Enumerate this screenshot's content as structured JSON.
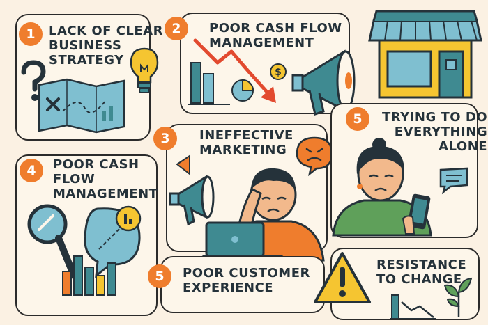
{
  "panels": [
    {
      "number": "1",
      "title": "LACK of CLEAR\nBUSINESS\nSTRATEGY"
    },
    {
      "number": "2",
      "title": "POOR CASH FLOW\nMANAGEMENT"
    },
    {
      "number": "3",
      "title": "INEFFECTIVE\nMARKETING"
    },
    {
      "number": "4",
      "title": "POOR CASH\nFLOW\nMANAGEMENT"
    },
    {
      "number": "5",
      "title": "TRYING TO DO\nEVERYTHING\nALONE"
    },
    {
      "number": "5",
      "title": "POOR CUSTOMER\nEXPERIENCE"
    },
    {
      "title": "RESISTANCE\nTO CHANGE"
    }
  ],
  "colors": {
    "background": "#fbf1e3",
    "badge": "#ef7d2d",
    "ink": "#25323a",
    "teal": "#3f8a91",
    "blue": "#7fbfd0",
    "yellow": "#f5c531",
    "red": "#e24a2f"
  },
  "icons": [
    "question-mark-icon",
    "lightbulb-icon",
    "map-icon",
    "downward-trend-arrow-icon",
    "bar-chart-icon",
    "pie-chart-icon",
    "dollar-coin-icon",
    "megaphone-icon",
    "storefront-icon",
    "angry-face-bubble-icon",
    "magnifier-icon",
    "chat-bubble-icon",
    "laptop-icon",
    "smartphone-icon",
    "warning-triangle-icon",
    "plant-sprout-icon"
  ]
}
